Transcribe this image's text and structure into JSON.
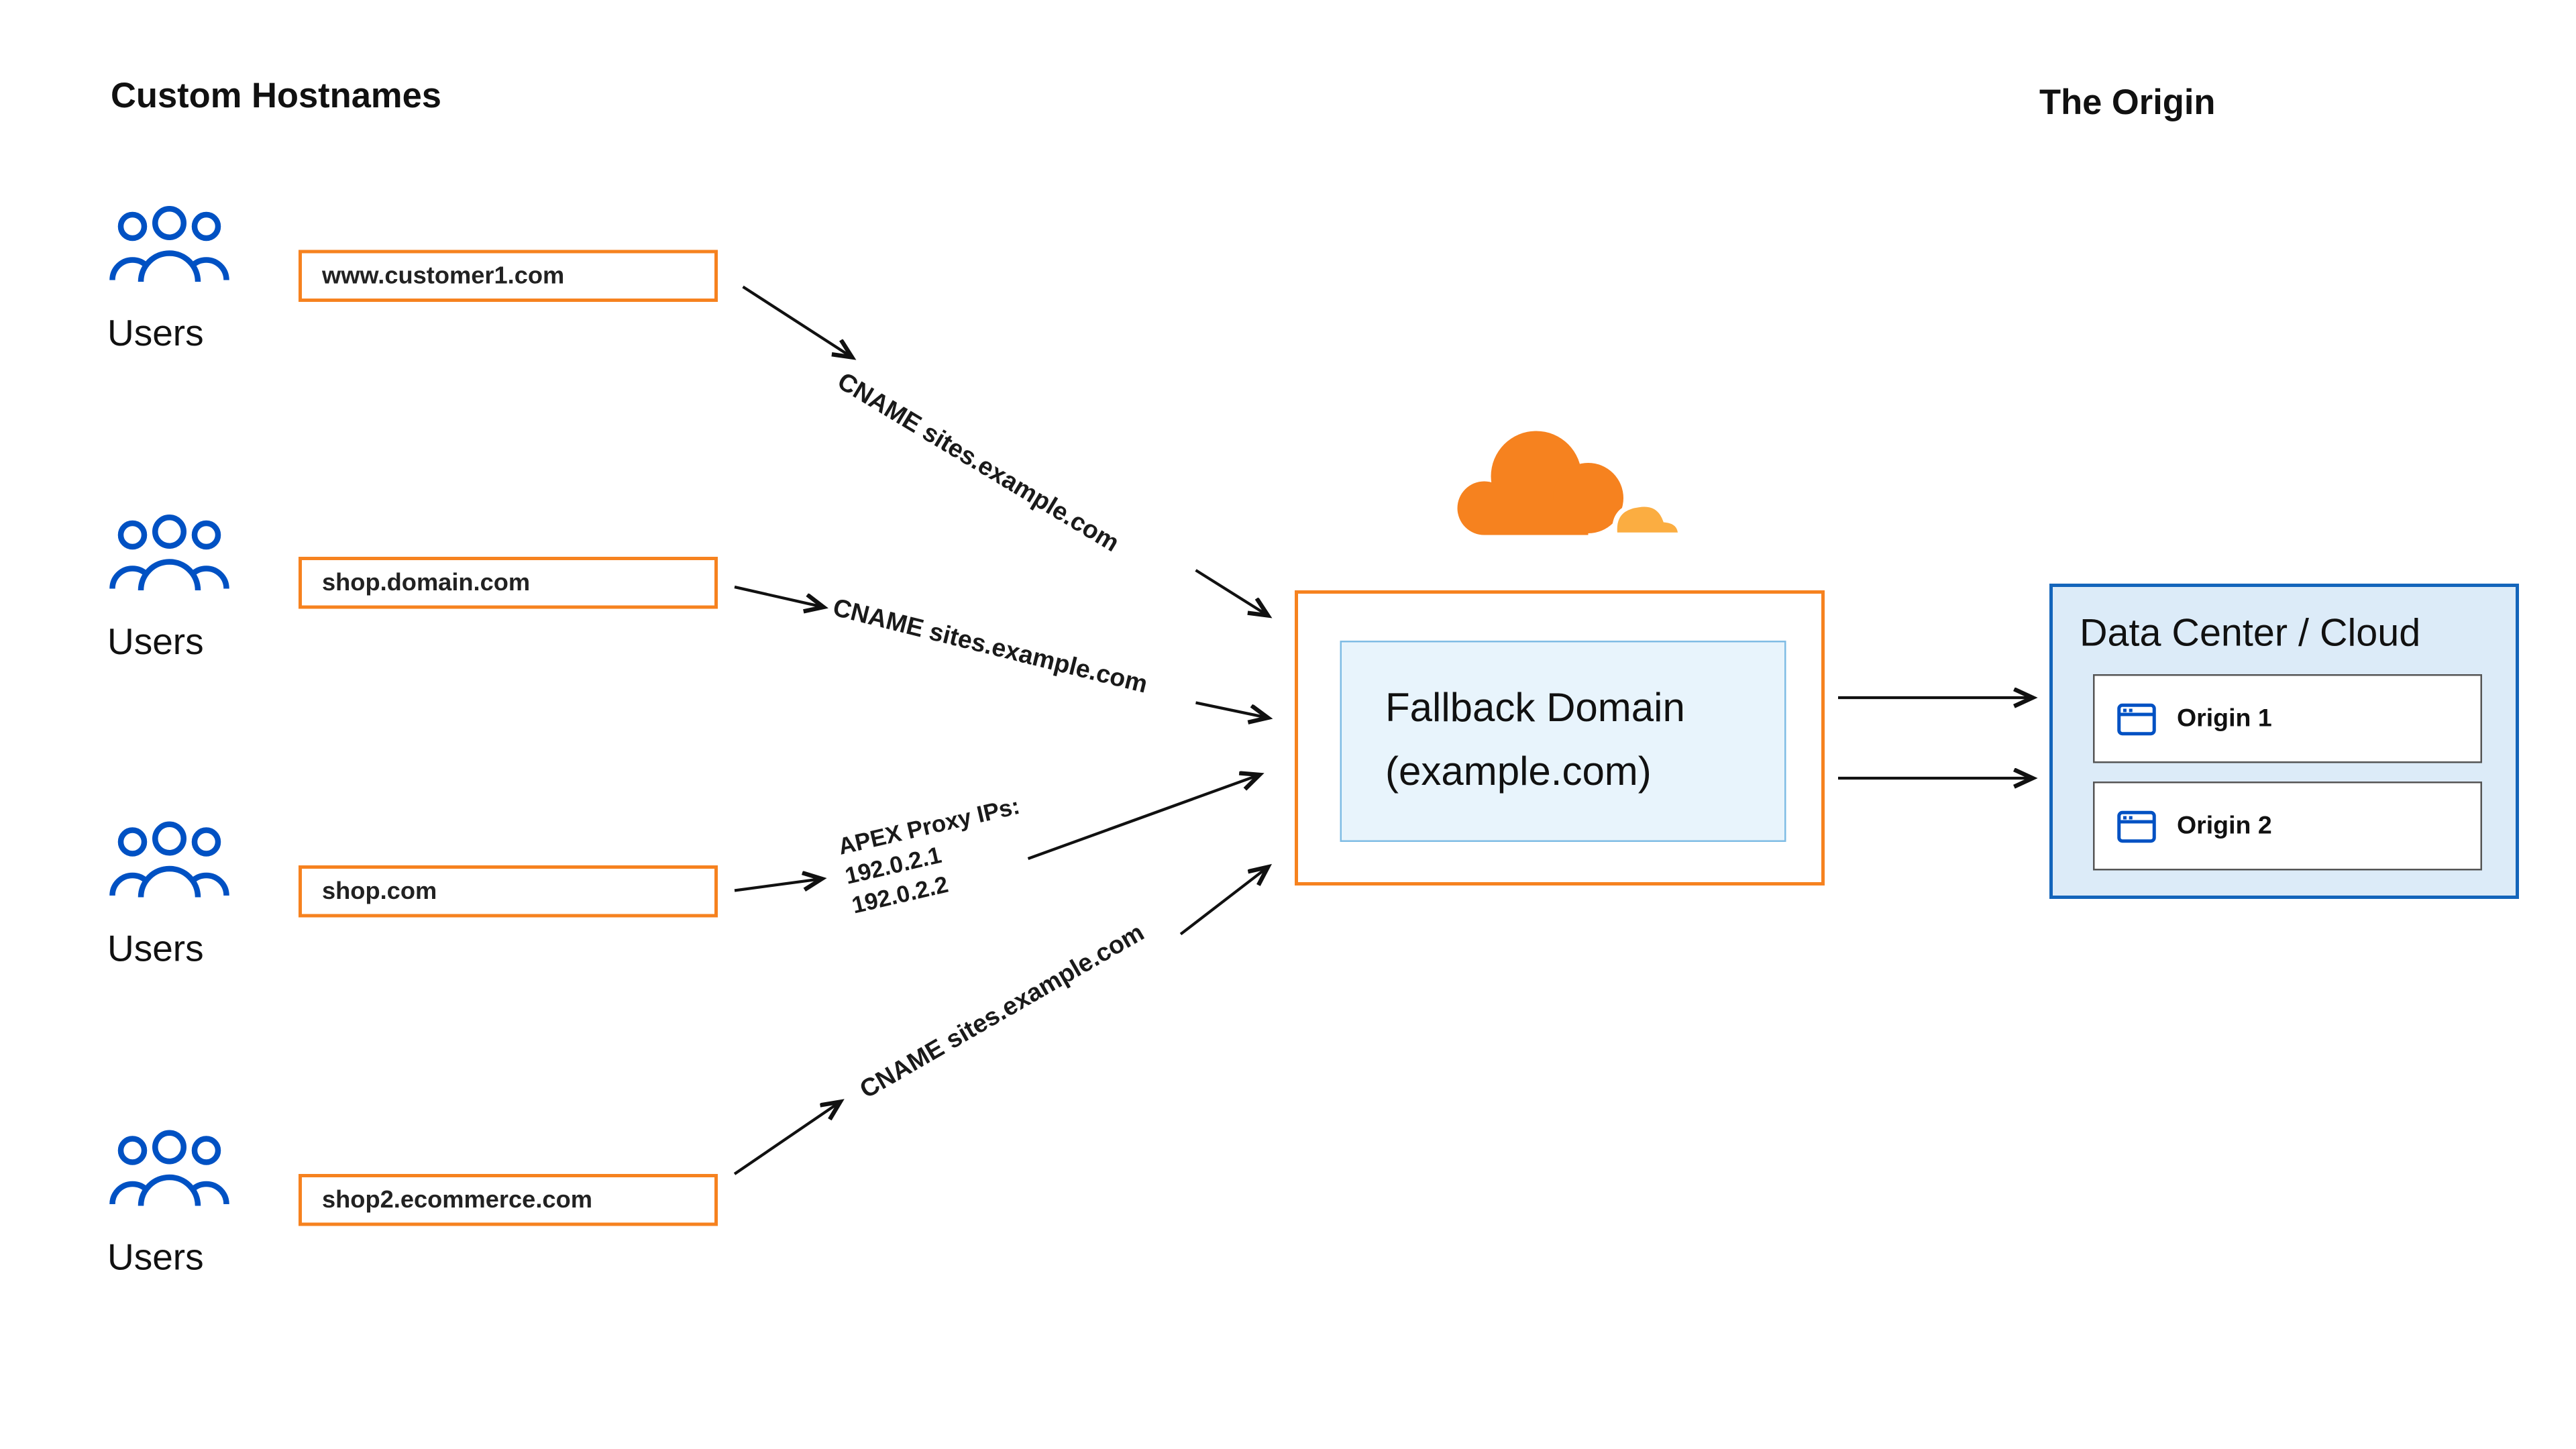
{
  "diagram": {
    "section_titles": {
      "left": "Custom Hostnames",
      "right": "The Origin"
    },
    "users_label": "Users",
    "hostnames": [
      "www.customer1.com",
      "shop.domain.com",
      "shop.com",
      "shop2.ecommerce.com"
    ],
    "edges": {
      "edge1_label": "CNAME sites.example.com",
      "edge2_label": "CNAME sites.example.com",
      "edge3_label_line1": "APEX Proxy IPs:",
      "edge3_label_line2": "192.0.2.1",
      "edge3_label_line3": "192.0.2.2",
      "edge4_label": "CNAME sites.example.com"
    },
    "fallback_box": {
      "line1": "Fallback Domain",
      "line2": "(example.com)"
    },
    "origin_panel": {
      "title": "Data Center / Cloud",
      "origins": [
        "Origin 1",
        "Origin 2"
      ]
    },
    "icons": {
      "users": "users-group-icon",
      "cloudflare": "cloudflare-logo",
      "origin": "browser-window-icon"
    },
    "colors": {
      "orange": "#F6821F",
      "orange_light": "#FBAD41",
      "blue": "#0051C3",
      "panel_border_blue": "#1465BB",
      "panel_fill_blue": "#DCEBF8",
      "inner_fill_blue": "#E8F4FC",
      "arrow": "#111111"
    }
  }
}
